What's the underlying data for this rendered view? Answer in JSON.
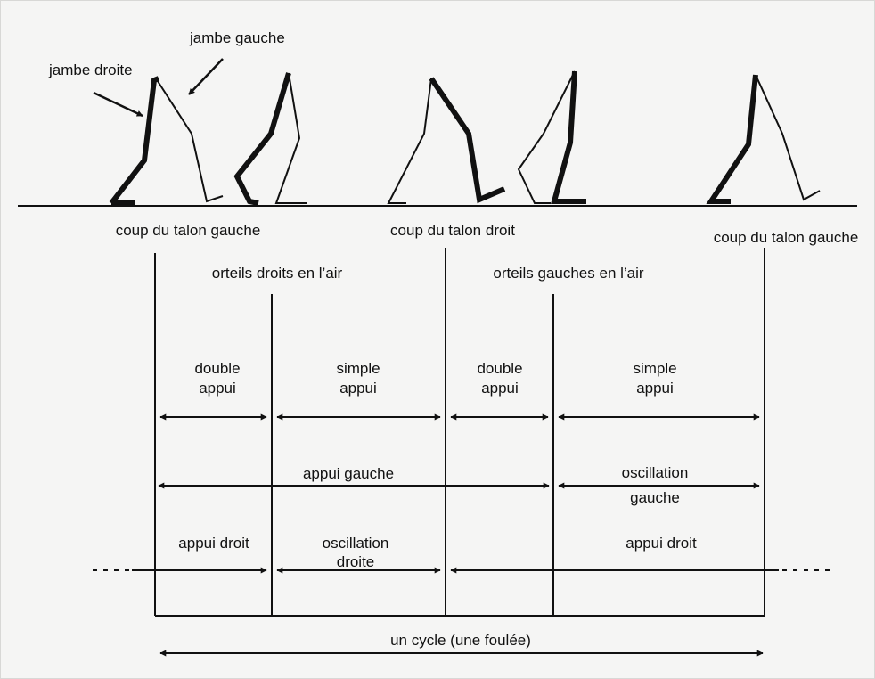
{
  "legs": {
    "right_leg": "jambe droite",
    "left_leg": "jambe gauche"
  },
  "events": {
    "left_heel_strike_1": "coup du talon gauche",
    "right_heel_strike": "coup du talon droit",
    "left_heel_strike_2": "coup du talon gauche",
    "right_toes_off": "orteils droits en l’air",
    "left_toes_off": "orteils gauches en l’air"
  },
  "support_phases": {
    "double_1": [
      "double",
      "appui"
    ],
    "simple_1": [
      "simple",
      "appui"
    ],
    "double_2": [
      "double",
      "appui"
    ],
    "simple_2": [
      "simple",
      "appui"
    ]
  },
  "left_leg_phases": {
    "support": "appui gauche",
    "swing": [
      "oscillation",
      "gauche"
    ]
  },
  "right_leg_phases": {
    "support_before": "appui droit",
    "swing": [
      "oscillation",
      "droite"
    ],
    "support_after": "appui droit"
  },
  "cycle": "un cycle (une foulée)",
  "colors": {
    "ink": "#111111",
    "background": "#f5f5f4"
  }
}
